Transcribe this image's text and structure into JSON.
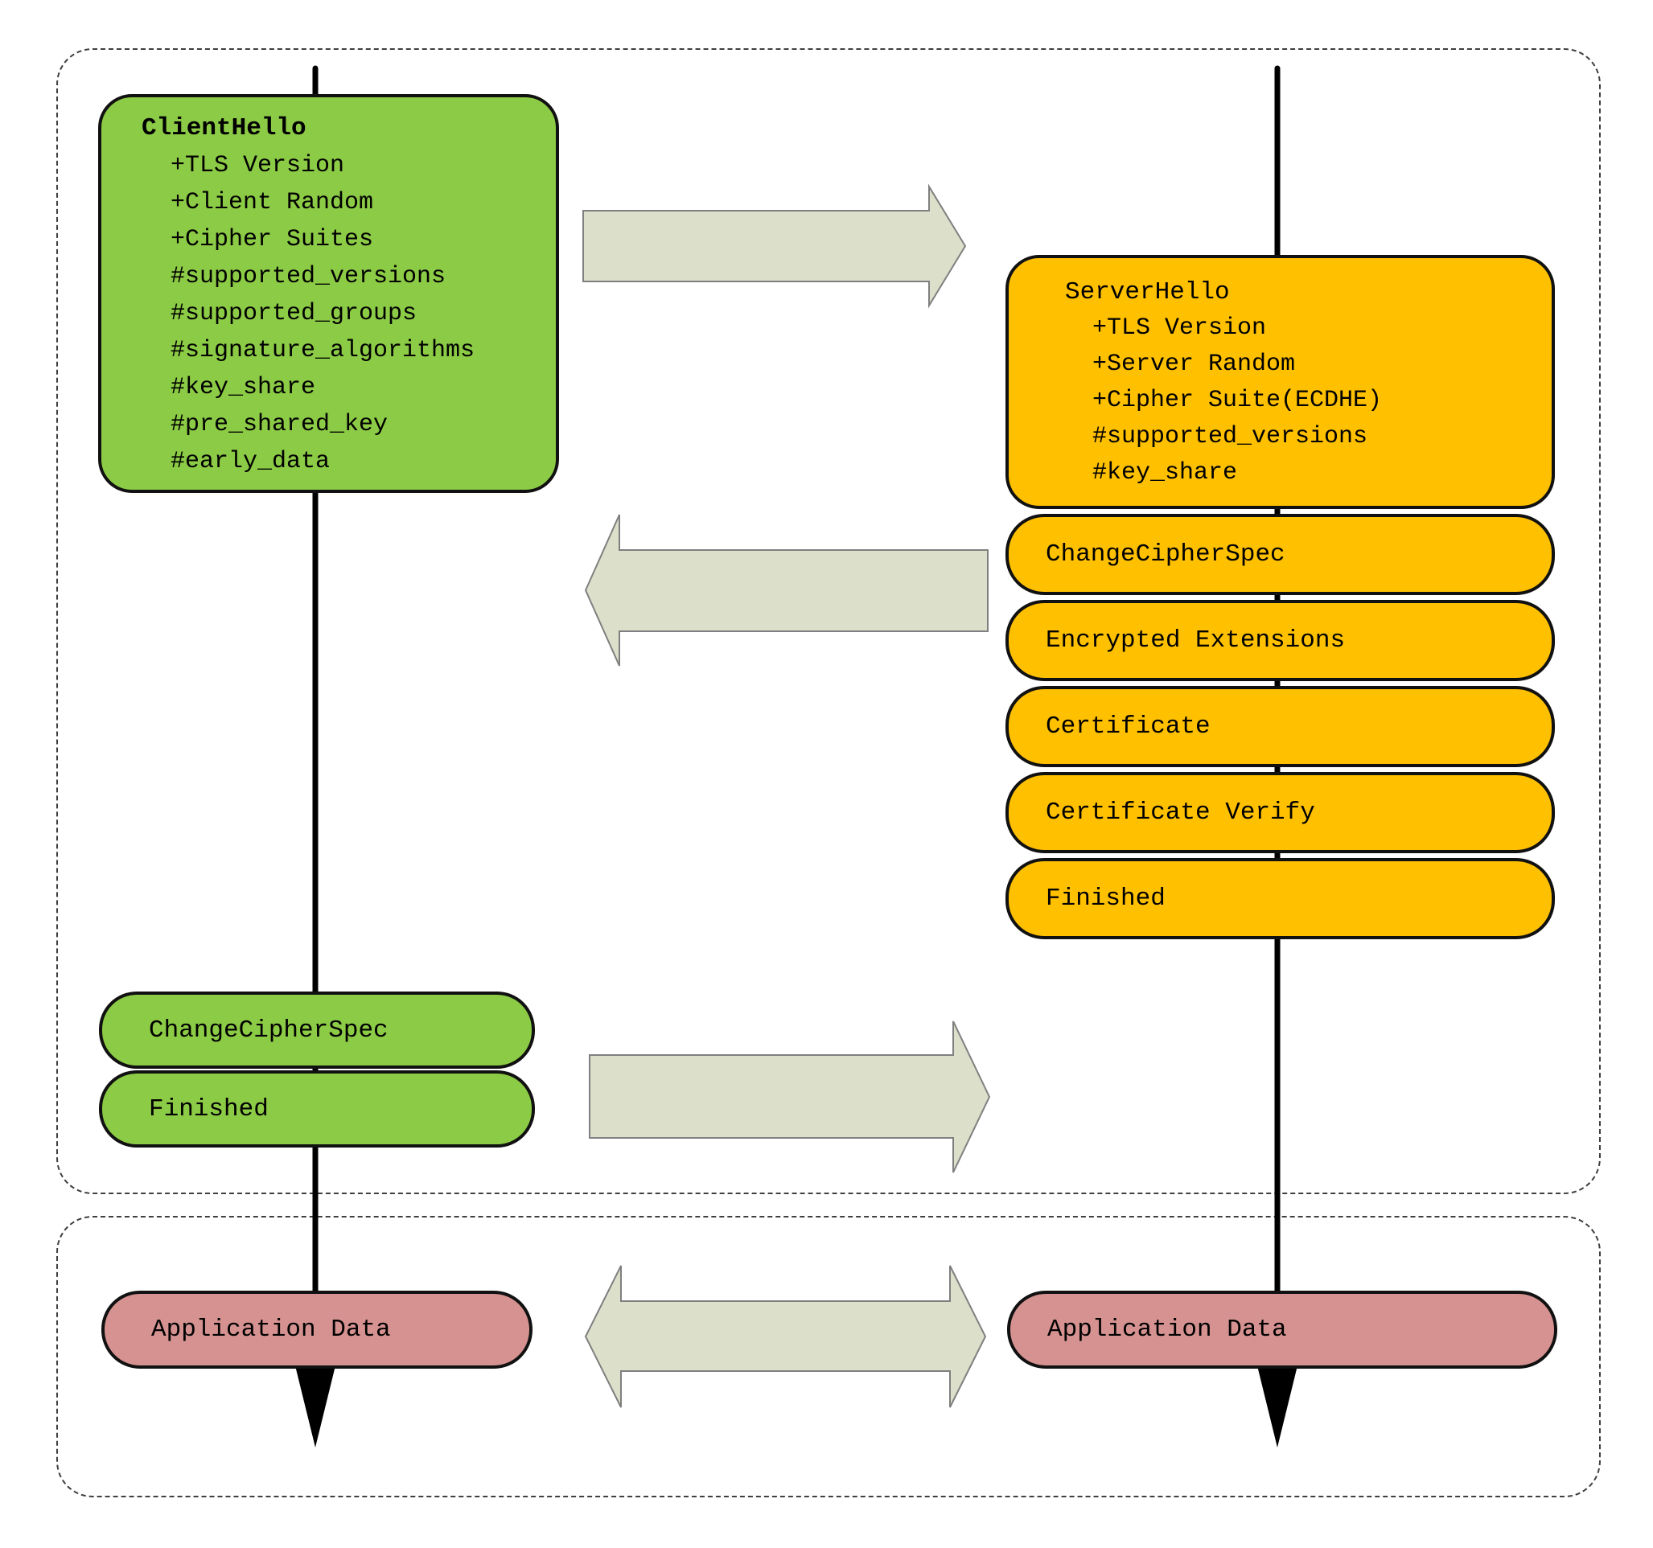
{
  "client": {
    "hello": {
      "title": "ClientHello",
      "items": [
        "+TLS Version",
        "+Client Random",
        "+Cipher Suites",
        "#supported_versions",
        "#supported_groups",
        "#signature_algorithms",
        "#key_share",
        "#pre_shared_key",
        "#early_data"
      ]
    },
    "messages": [
      "ChangeCipherSpec",
      "Finished"
    ],
    "app_data_label": "Application Data"
  },
  "server": {
    "hello": {
      "title": "ServerHello",
      "items": [
        "+TLS Version",
        "+Server Random",
        "+Cipher Suite(ECDHE)",
        "#supported_versions",
        "#key_share"
      ]
    },
    "messages": [
      "ChangeCipherSpec",
      "Encrypted Extensions",
      "Certificate",
      "Certificate Verify",
      "Finished"
    ],
    "app_data_label": "Application Data"
  },
  "colors": {
    "green-fill": "#8CCB45",
    "orange-fill": "#FFC000",
    "pink-fill": "#D59290",
    "arrow-fill": "#DCDFC9",
    "arrow-stroke": "#7F7F7F",
    "line-color": "#000000",
    "dash-color": "#3F3F3F",
    "box-border": "#111111"
  }
}
